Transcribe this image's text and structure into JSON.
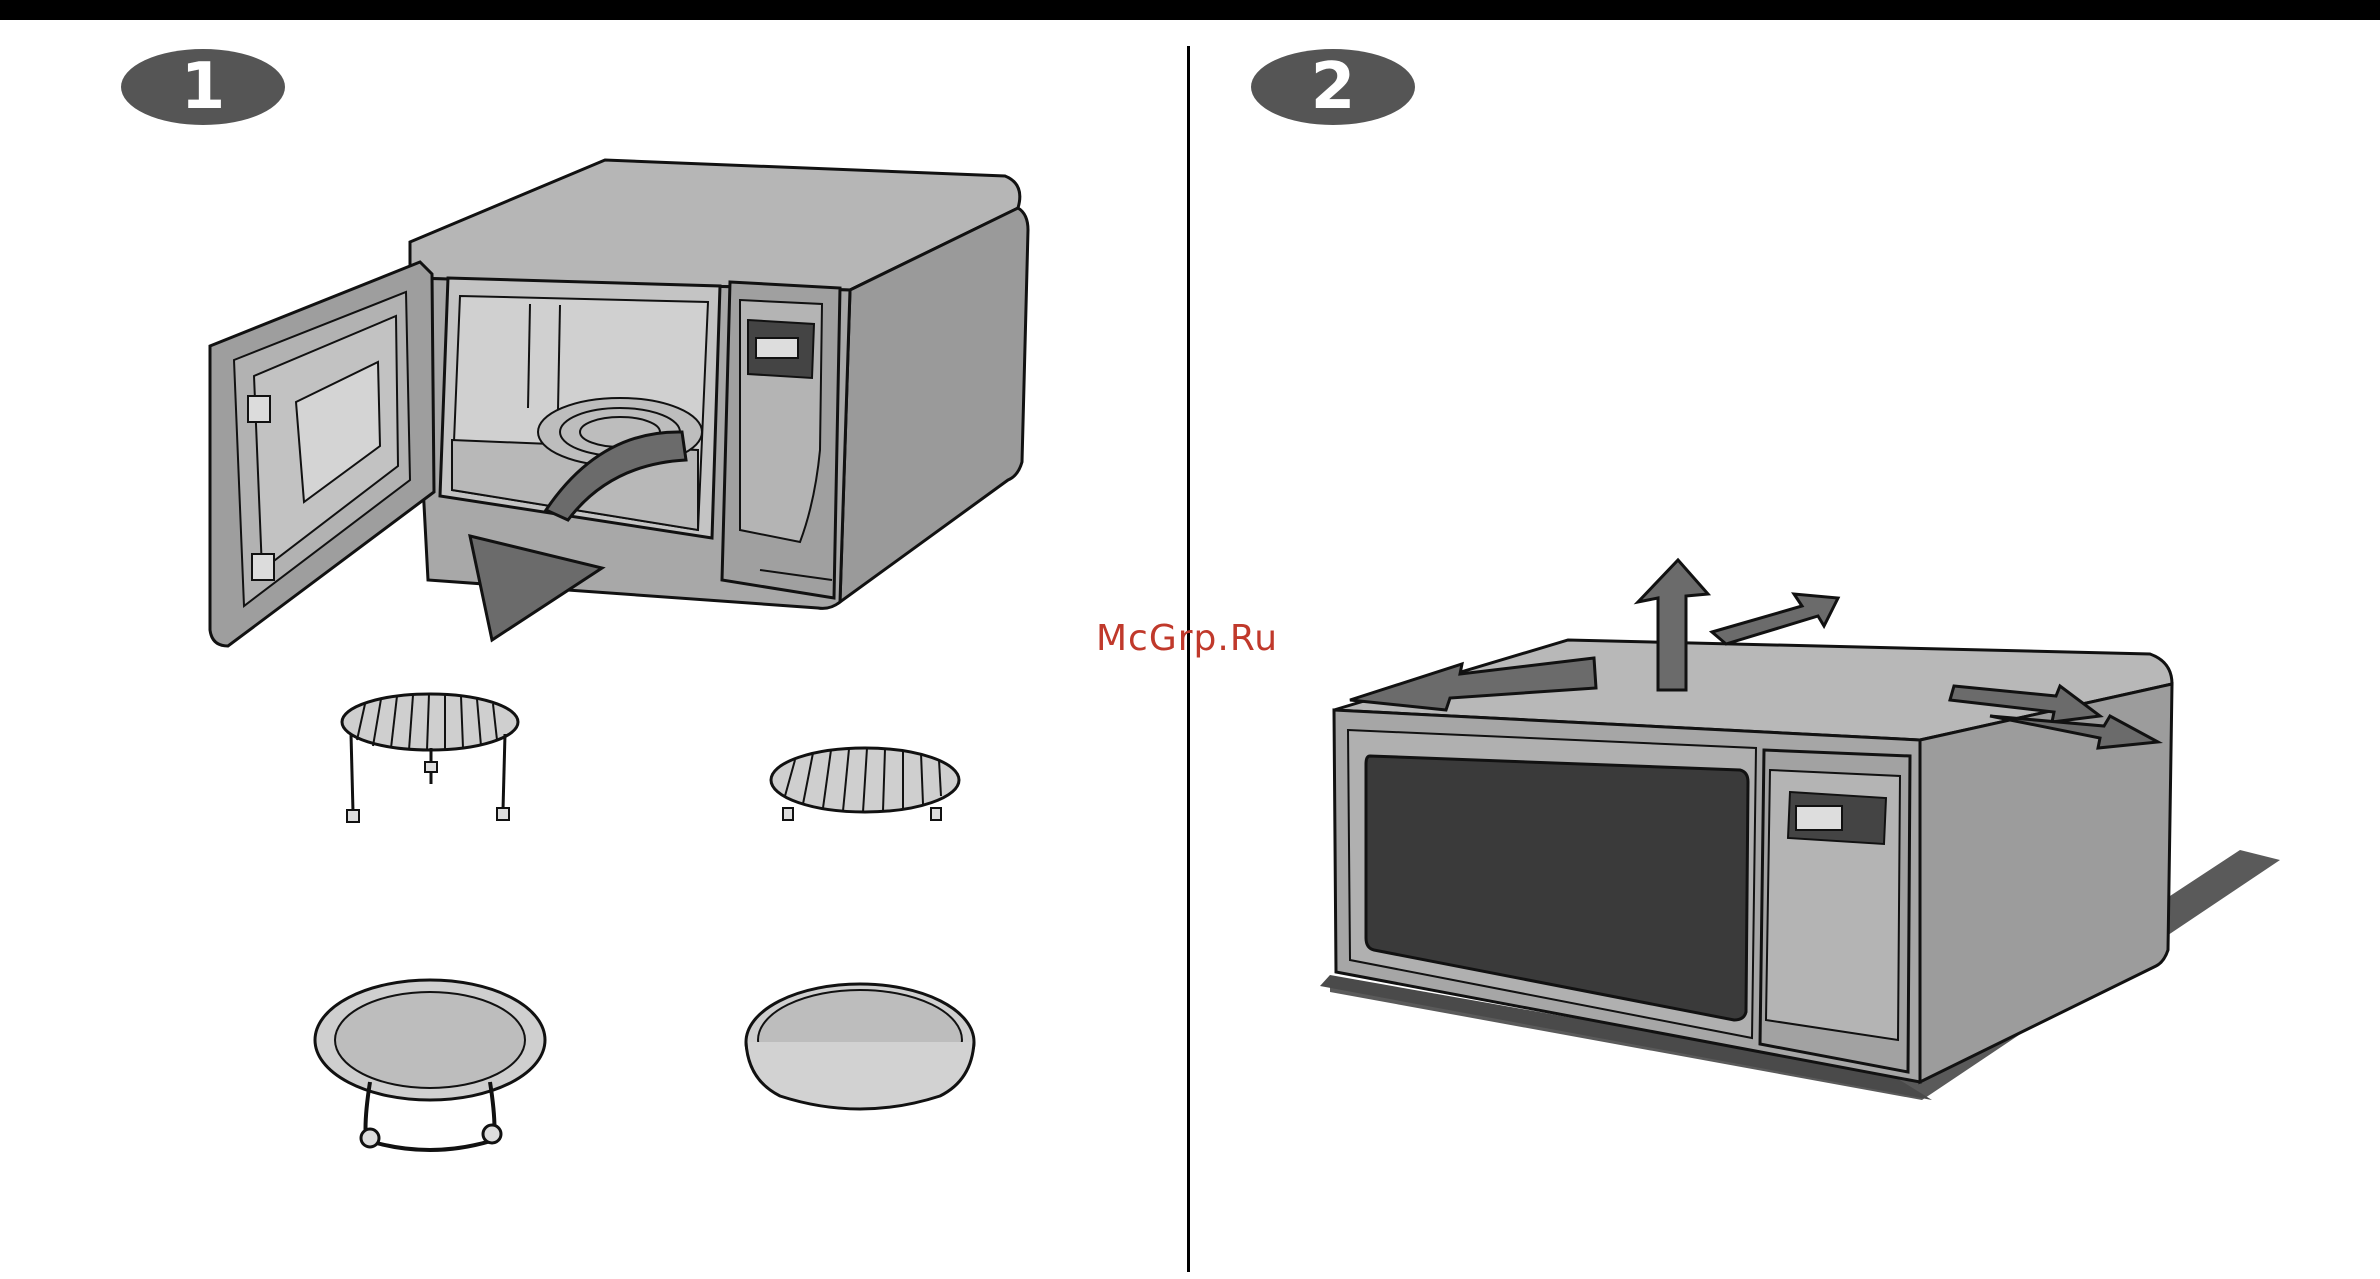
{
  "page": {
    "step_1": {
      "number": "1"
    },
    "step_2": {
      "number": "2"
    },
    "watermark": "McGrp.Ru"
  },
  "colors": {
    "badge": "#555555",
    "appliance_body": "#a8a8a8",
    "appliance_dark": "#555555",
    "arrow": "#6b6b6b",
    "shadow": "#5a5a5a",
    "outline": "#111111",
    "watermark": "#c0392b"
  },
  "icons": [
    "microwave-open-door-illustration",
    "remove-accessories-arrow",
    "high-rack-accessory",
    "low-rack-accessory",
    "turntable-with-roller-ring",
    "baking-tray",
    "microwave-closed-front-illustration",
    "clearance-arrows"
  ]
}
